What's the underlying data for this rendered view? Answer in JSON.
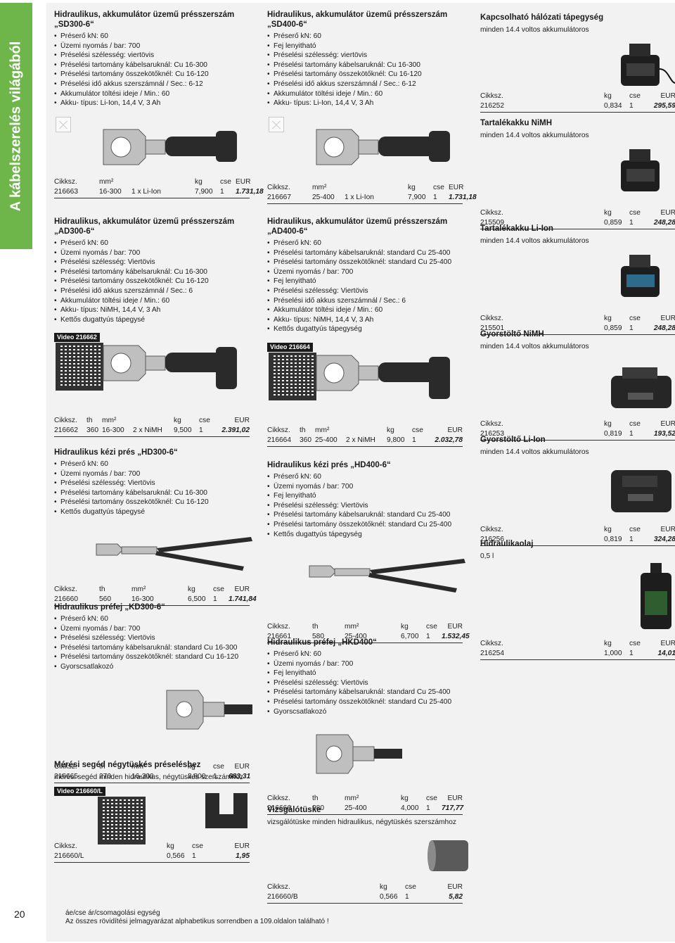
{
  "sidebar": "A kábelszerelés világából",
  "footer": {
    "page": "20",
    "line1": "áe/cse     ár/csomagolási egység",
    "line2": "Az összes rövidítési jelmagyarázat alphabetikus sorrendben a 109.oldalon található !"
  },
  "col1": [
    {
      "title": "Hidraulikus, akkumulátor üzemű présszerszám „SD300-6“",
      "bullets": [
        "Préserő kN: 60",
        "Üzemi nyomás / bar: 700",
        "Préselési szélesség: viertövis",
        "Préselési tartomány kábelsaruknál: Cu 16-300",
        "Préselési tartomány összekötőknél: Cu 16-120",
        "Préselési idő akkus szerszámnál / Sec.: 6-12",
        "Akkumulátor töltési ideje / Min.: 60",
        "Akku- típus: Li-Ion, 14,4 V, 3 Ah"
      ],
      "head": [
        "Cikksz.",
        "mm²",
        "",
        "kg",
        "cse",
        "EUR"
      ],
      "row": [
        "216663",
        "16-300",
        "1 x Li-Ion",
        "7,900",
        "1",
        "1.731,18"
      ]
    },
    {
      "title": "Hidraulikus, akkumulátor üzemű présszerszám „AD300-6“",
      "bullets": [
        "Préserő kN: 60",
        "Üzemi nyomás / bar: 700",
        "Préselési szélesség: Viertövis",
        "Préselési tartomány kábelsaruknál: Cu 16-300",
        "Préselési tartomány összekötőknél: Cu 16-120",
        "Préselési idő akkus szerszámnál / Sec.: 6",
        "Akkumulátor töltési ideje / Min.: 60",
        "Akku- típus: NiMH, 14,4 V, 3 Ah",
        "Kettős dugattyús tápegysé"
      ],
      "video": "Video 216662",
      "head": [
        "Cikksz.",
        "th",
        "mm²",
        "",
        "kg",
        "cse",
        "EUR"
      ],
      "row": [
        "216662",
        "360",
        "16-300",
        "2 x NiMH",
        "9,500",
        "1",
        "2.391,02"
      ]
    },
    {
      "title": "Hidraulikus kézi prés „HD300-6“",
      "bullets": [
        "Préserő kN: 60",
        "Üzemi nyomás / bar: 700",
        "Préselési szélesség: Viertövis",
        "Préselési tartomány kábelsaruknál: Cu 16-300",
        "Préselési tartomány összekötőknél: Cu 16-120",
        "Kettős dugattyús tápegysé"
      ],
      "head": [
        "Cikksz.",
        "th",
        "mm²",
        "kg",
        "cse",
        "EUR"
      ],
      "row": [
        "216660",
        "560",
        "16-300",
        "6,500",
        "1",
        "1.741,84"
      ]
    },
    {
      "title": "Hidraulikus préfej „KD300-6“",
      "bullets": [
        "Préserő kN: 60",
        "Üzemi nyomás / bar: 700",
        "Préselési szélesség: Viertövis",
        "Préselési tartomány kábelsaruknál: standard Cu 16-300",
        "Préselési tartomány összekötőknél: standard Cu 16-120",
        "Gyorscsatlakozó"
      ],
      "head": [
        "Cikksz.",
        "th",
        "mm²",
        "kg",
        "cse",
        "EUR"
      ],
      "row": [
        "216665",
        "270",
        "16-300",
        "3,800",
        "1",
        "683,31"
      ]
    },
    {
      "title": "Mérési segéd négytüskés préseléshez",
      "sub": "mérési segéd minden hidraulikus, négytüskés szerszámhoz",
      "video": "Video 216660/L",
      "head": [
        "Cikksz.",
        "kg",
        "cse",
        "EUR"
      ],
      "row": [
        "216660/L",
        "0,566",
        "1",
        "1,95"
      ]
    }
  ],
  "col2": [
    {
      "title": "Hidraulikus, akkumulátor üzemű présszerszám „SD400-6“",
      "bullets": [
        "Préserő kN: 60",
        "Fej lenyitható",
        "Préselési szélesség: viertövis",
        "Préselési tartomány kábelsaruknál: Cu 16-300",
        "Préselési tartomány összekötőknél: Cu 16-120",
        "Préselési idő akkus szerszámnál / Sec.: 6-12",
        "Akkumulátor töltési ideje / Min.: 60",
        "Akku- típus: Li-Ion, 14,4 V, 3 Ah"
      ],
      "head": [
        "Cikksz.",
        "mm²",
        "",
        "kg",
        "cse",
        "EUR"
      ],
      "row": [
        "216667",
        "25-400",
        "1 x Li-Ion",
        "7,900",
        "1",
        "1.731,18"
      ]
    },
    {
      "title": "Hidraulikus, akkumulátor üzemű présszerszám „AD400-6“",
      "bullets": [
        "Préserő kN: 60",
        "Préselési tartomány kábelsaruknál: standard Cu 25-400",
        "Préselési tartomány összekötőknél: standard Cu 25-400",
        "Üzemi nyomás / bar: 700",
        "Fej lenyitható",
        "Préselési szélesség: Viertövis",
        "Préselési idő akkus szerszámnál / Sec.: 6",
        "Akkumulátor töltési ideje / Min.: 60",
        "Akku- típus: NiMH, 14,4 V, 3 Ah",
        "Kettős dugattyús tápegység"
      ],
      "video": "Video 216664",
      "head": [
        "Cikksz.",
        "th",
        "mm²",
        "",
        "kg",
        "cse",
        "EUR"
      ],
      "row": [
        "216664",
        "360",
        "25-400",
        "2 x NiMH",
        "9,800",
        "1",
        "2.032,78"
      ]
    },
    {
      "title": "Hidraulikus kézi prés „HD400-6“",
      "bullets": [
        "Préserő kN: 60",
        "Üzemi nyomás / bar: 700",
        "Fej lenyitható",
        "Préselési szélesség: Viertövis",
        "Préselési tartomány kábelsaruknál: standard Cu 25-400",
        "Préselési tartomány összekötőknél: standard Cu 25-400",
        "Kettős dugattyús tápegység"
      ],
      "head": [
        "Cikksz.",
        "th",
        "mm²",
        "kg",
        "cse",
        "EUR"
      ],
      "row": [
        "216661",
        "580",
        "25-400",
        "6,700",
        "1",
        "1.532,45"
      ]
    },
    {
      "title": "Hidraulikus préfej „HKD400“",
      "bullets": [
        "Préserő kN: 60",
        "Üzemi nyomás / bar: 700",
        "Fej lenyitható",
        "Préselési szélesség: Viertövis",
        "Préselési tartomány kábelsaruknál: standard Cu 25-400",
        "Préselési tartomány összekötőknél: standard Cu 25-400",
        "Gyorscsatlakozó"
      ],
      "head": [
        "Cikksz.",
        "th",
        "mm²",
        "kg",
        "cse",
        "EUR"
      ],
      "row": [
        "216666",
        "280",
        "25-400",
        "4,000",
        "1",
        "717,77"
      ]
    },
    {
      "title": "Vizsgálótüske",
      "sub": "vizsgálótüske minden hidraulikus, négytüskés szerszámhoz",
      "head": [
        "Cikksz.",
        "kg",
        "cse",
        "EUR"
      ],
      "row": [
        "216660/B",
        "0,566",
        "1",
        "5,82"
      ]
    }
  ],
  "col3": [
    {
      "title": "Kapcsolható hálózati tápegység",
      "sub": "minden 14.4 voltos akkumulátoros",
      "head": [
        "Cikksz.",
        "kg",
        "cse",
        "EUR"
      ],
      "row": [
        "216252",
        "0,834",
        "1",
        "295,59"
      ]
    },
    {
      "title": "Tartalékakku NiMH",
      "sub": "minden 14.4 voltos akkumulátoros",
      "head": [
        "Cikksz.",
        "kg",
        "cse",
        "EUR"
      ],
      "row": [
        "215509",
        "0,859",
        "1",
        "248,28"
      ]
    },
    {
      "title": "Tartalékakku Li-Ion",
      "sub": "minden 14.4 voltos akkumulátoros",
      "head": [
        "Cikksz.",
        "kg",
        "cse",
        "EUR"
      ],
      "row": [
        "215501",
        "0,859",
        "1",
        "248,28"
      ]
    },
    {
      "title": "Gyorstöltő NiMH",
      "sub": "minden 14.4 voltos akkumulátoros",
      "head": [
        "Cikksz.",
        "kg",
        "cse",
        "EUR"
      ],
      "row": [
        "216253",
        "0,819",
        "1",
        "193,52"
      ]
    },
    {
      "title": "Gyorstöltő Li-Ion",
      "sub": "minden 14.4 voltos akkumulátoros",
      "head": [
        "Cikksz.",
        "kg",
        "cse",
        "EUR"
      ],
      "row": [
        "216256",
        "0,819",
        "1",
        "324,28"
      ]
    },
    {
      "title": "Hidraulikaolaj",
      "sub": "0,5 l",
      "head": [
        "Cikksz.",
        "kg",
        "cse",
        "EUR"
      ],
      "row": [
        "216254",
        "1,000",
        "1",
        "14,01"
      ]
    }
  ]
}
